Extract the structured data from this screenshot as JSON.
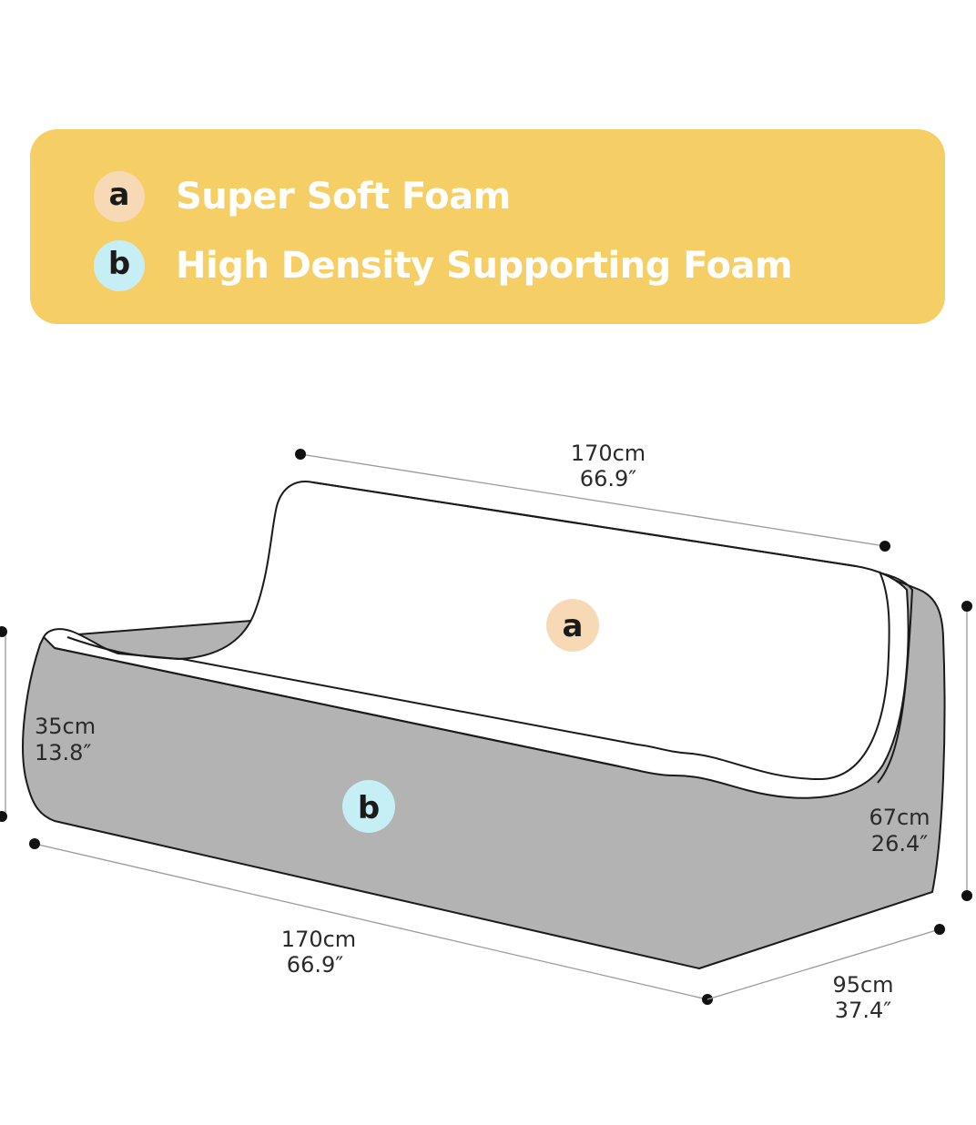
{
  "legend": {
    "items": [
      {
        "badge": "a",
        "label": "Super Soft Foam",
        "badge_color": "#f7d9b6"
      },
      {
        "badge": "b",
        "label": "High Density Supporting Foam",
        "badge_color": "#c6eef5"
      }
    ],
    "background_color": "#f5cf66"
  },
  "diagram": {
    "layer_labels": {
      "top": "a",
      "base": "b"
    },
    "colors": {
      "base_foam": "#b3b3b3",
      "top_foam": "#ffffff",
      "outline": "#1a1a1a"
    },
    "dimensions": {
      "back_length": {
        "cm": "170cm",
        "inch": "66.9″"
      },
      "front_length": {
        "cm": "170cm",
        "inch": "66.9″"
      },
      "front_height": {
        "cm": "35cm",
        "inch": "13.8″"
      },
      "back_height": {
        "cm": "67cm",
        "inch": "26.4″"
      },
      "depth": {
        "cm": "95cm",
        "inch": "37.4″"
      }
    }
  }
}
